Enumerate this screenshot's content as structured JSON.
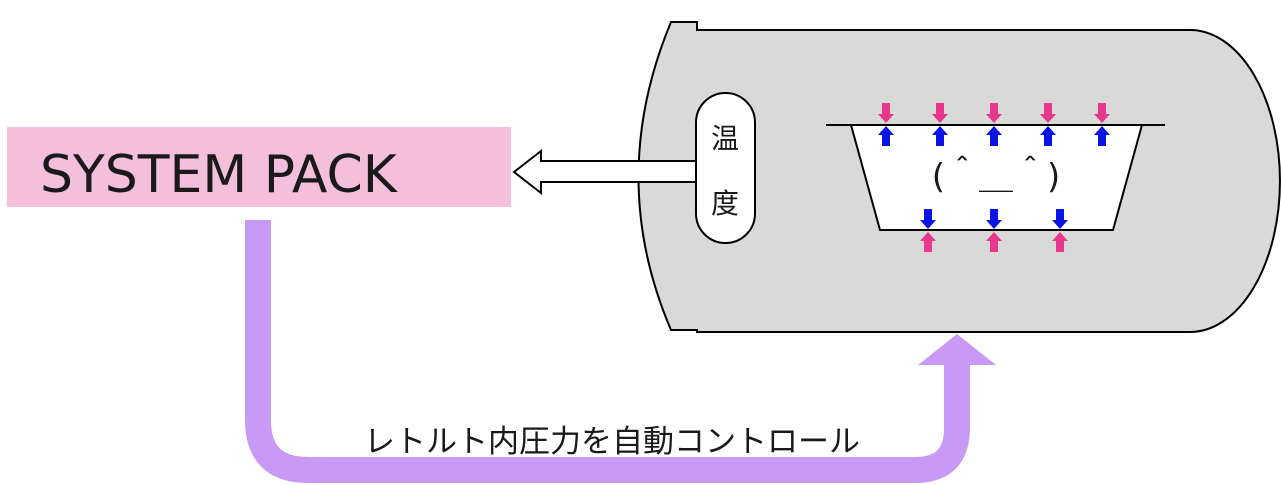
{
  "system_pack": {
    "label": "SYSTEM PACK"
  },
  "sensor": {
    "chars": [
      "温",
      "度"
    ]
  },
  "pouch": {
    "face": "(＾＿＾)"
  },
  "caption": "レトルト内圧力を自動コントロール",
  "colors": {
    "system_pack_fill": "#f4bfdc",
    "vessel_fill": "#d9d9d9",
    "feedback_arrow": "#c89af5",
    "external_pressure": "#e6378a",
    "internal_pressure": "#0a14e6"
  }
}
